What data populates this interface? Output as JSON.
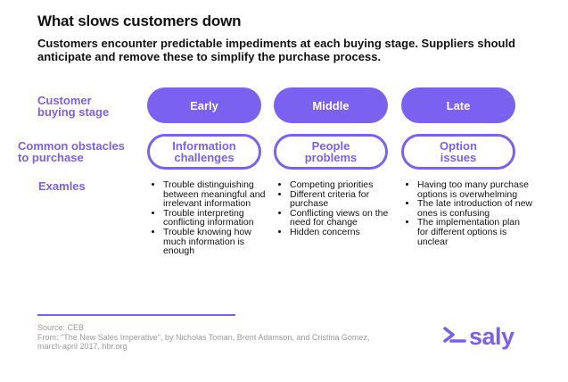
{
  "header": {
    "title": "What slows customers down",
    "subtitle": "Customers encounter predictable impediments at each buying stage. Suppliers should anticipate and remove these to simplify the purchase process."
  },
  "row_labels": {
    "stage_line1": "Customer",
    "stage_line2": "buying stage",
    "obstacles_line1": "Common obstacles",
    "obstacles_line2": "to purchase",
    "examples": "Examles"
  },
  "stages": [
    {
      "label": "Early",
      "obstacle_line1": "Information",
      "obstacle_line2": "challenges",
      "examples": [
        "Trouble distinguishing between meaningful and irrelevant information",
        "Trouble interpreting conflicting information",
        "Trouble knowing how much information is enough"
      ]
    },
    {
      "label": "Middle",
      "obstacle_line1": "People",
      "obstacle_line2": "problems",
      "examples": [
        "Competing priorities",
        "Different criteria for purchase",
        "Conflicting views on the need for change",
        "Hidden concerns"
      ]
    },
    {
      "label": "Late",
      "obstacle_line1": "Option",
      "obstacle_line2": "issues",
      "examples": [
        "Having too many purchase options  is overwhelming",
        "The late introduction of new ones is confusing",
        "The implementation plan for different options is unclear"
      ]
    }
  ],
  "footer": {
    "source_line1": "Source: CEB",
    "source_line2": "From: \"The New Sales Imperative\", by Nicholas Toman, Brent Adamson, and Cristina Gomez,",
    "source_line3": "march-april 2017, hbr.org"
  },
  "logo": {
    "text": "saly",
    "icon": "saly-logo-icon"
  },
  "colors": {
    "accent": "#7b61f0",
    "label": "#7b61e8",
    "source": "#9a9a9a"
  }
}
